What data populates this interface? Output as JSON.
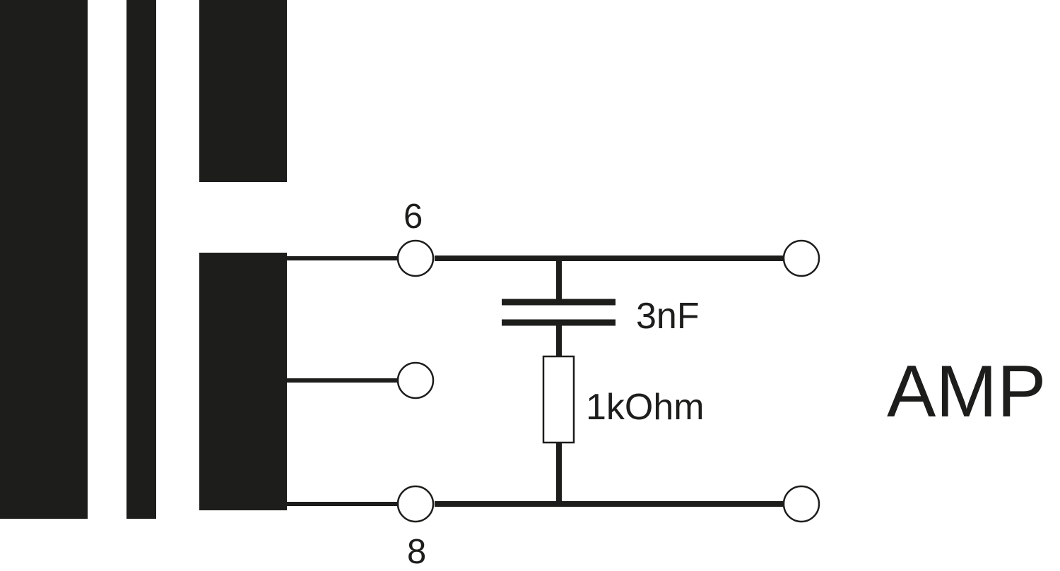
{
  "labels": {
    "pin_top": "6",
    "pin_bottom": "8",
    "capacitor": "3nF",
    "resistor": "1kOhm",
    "amp": "AMP"
  },
  "colors": {
    "ink": "#1d1d1b",
    "background": "#ffffff"
  }
}
